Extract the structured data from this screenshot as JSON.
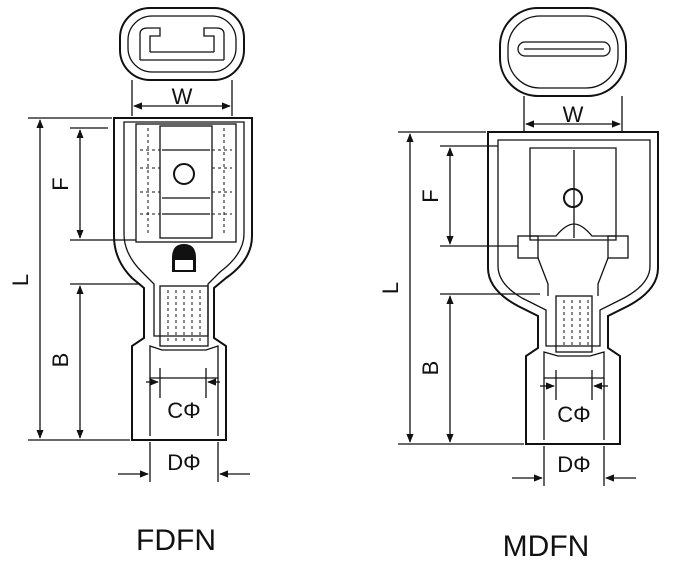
{
  "diagrams": [
    {
      "caption": "FDFN",
      "labels": {
        "w": "W",
        "f": "F",
        "l": "L",
        "b": "B",
        "c": "CΦ",
        "d": "DΦ"
      }
    },
    {
      "caption": "MDFN",
      "labels": {
        "w": "W",
        "f": "F",
        "l": "L",
        "b": "B",
        "c": "CΦ",
        "d": "DΦ"
      }
    }
  ]
}
